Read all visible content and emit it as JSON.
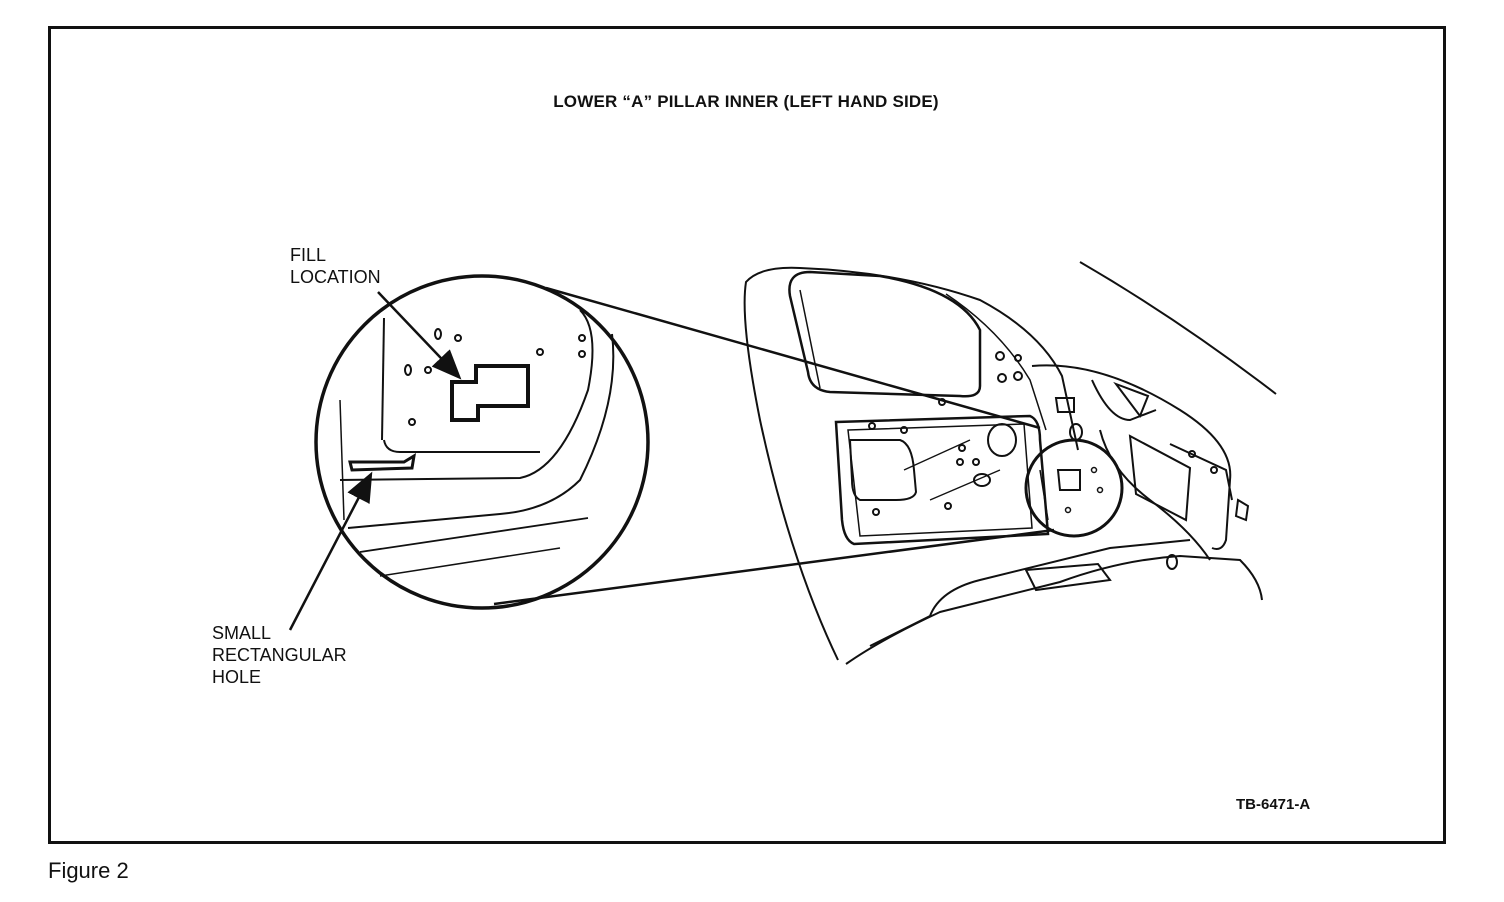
{
  "title": "LOWER “A” PILLAR INNER (LEFT HAND SIDE)",
  "labels": {
    "fill_location": [
      "FILL",
      "LOCATION"
    ],
    "small_rect_hole": [
      "SMALL",
      "RECTANGULAR",
      "HOLE"
    ]
  },
  "figure_code": "TB-6471-A",
  "caption": "Figure 2"
}
